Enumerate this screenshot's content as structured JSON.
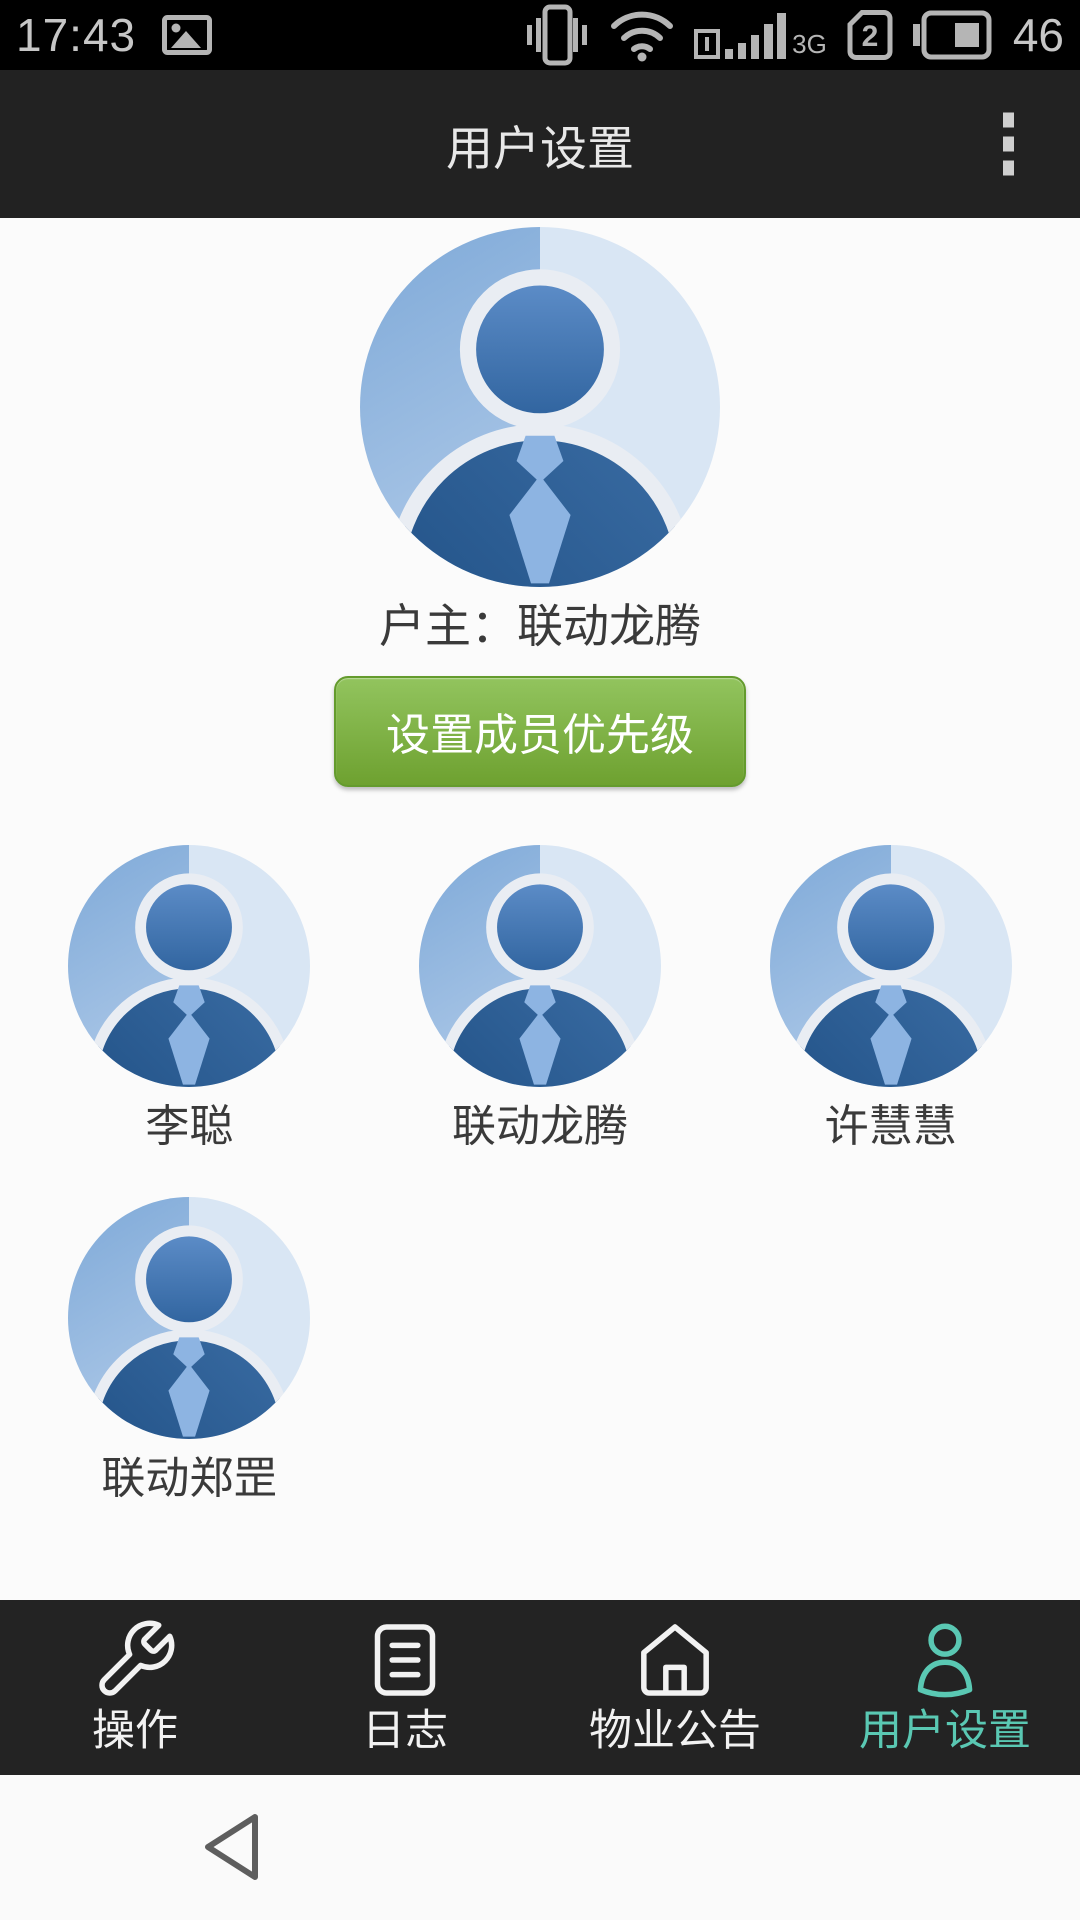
{
  "status_bar": {
    "time": "17:43",
    "network_label": "3G",
    "sim2_label": "2",
    "battery_percent": "46"
  },
  "app_bar": {
    "title": "用户设置"
  },
  "profile": {
    "owner_label": "户主：联动龙腾",
    "priority_button_label": "设置成员优先级"
  },
  "members": [
    {
      "name": "李聪"
    },
    {
      "name": "联动龙腾"
    },
    {
      "name": "许慧慧"
    },
    {
      "name": "联动郑罡"
    }
  ],
  "tab_bar": {
    "tabs": [
      {
        "label": "操作",
        "active": false
      },
      {
        "label": "日志",
        "active": false
      },
      {
        "label": "物业公告",
        "active": false
      },
      {
        "label": "用户设置",
        "active": true
      }
    ]
  },
  "colors": {
    "accent_green": "#74a637",
    "active_tab_teal": "#5ac8b3",
    "avatar_dark_blue": "#2e6398",
    "avatar_light_blue": "#d9e6f4",
    "bar_dark": "#232323",
    "status_gray": "#b5b5b5"
  },
  "icons": {
    "gallery": "gallery-icon",
    "vibrate": "vibrate-icon",
    "wifi": "wifi-icon",
    "sim1_signal": "sim1-signal-icon",
    "signal_bars": "signal-bars-icon",
    "sim2_card": "sim-card-icon",
    "battery": "battery-icon",
    "overflow": "overflow-menu-icon",
    "avatar": "person-avatar-icon",
    "wrench": "wrench-icon",
    "log": "log-document-icon",
    "home": "home-icon",
    "person": "person-icon",
    "back": "back-triangle-icon"
  }
}
